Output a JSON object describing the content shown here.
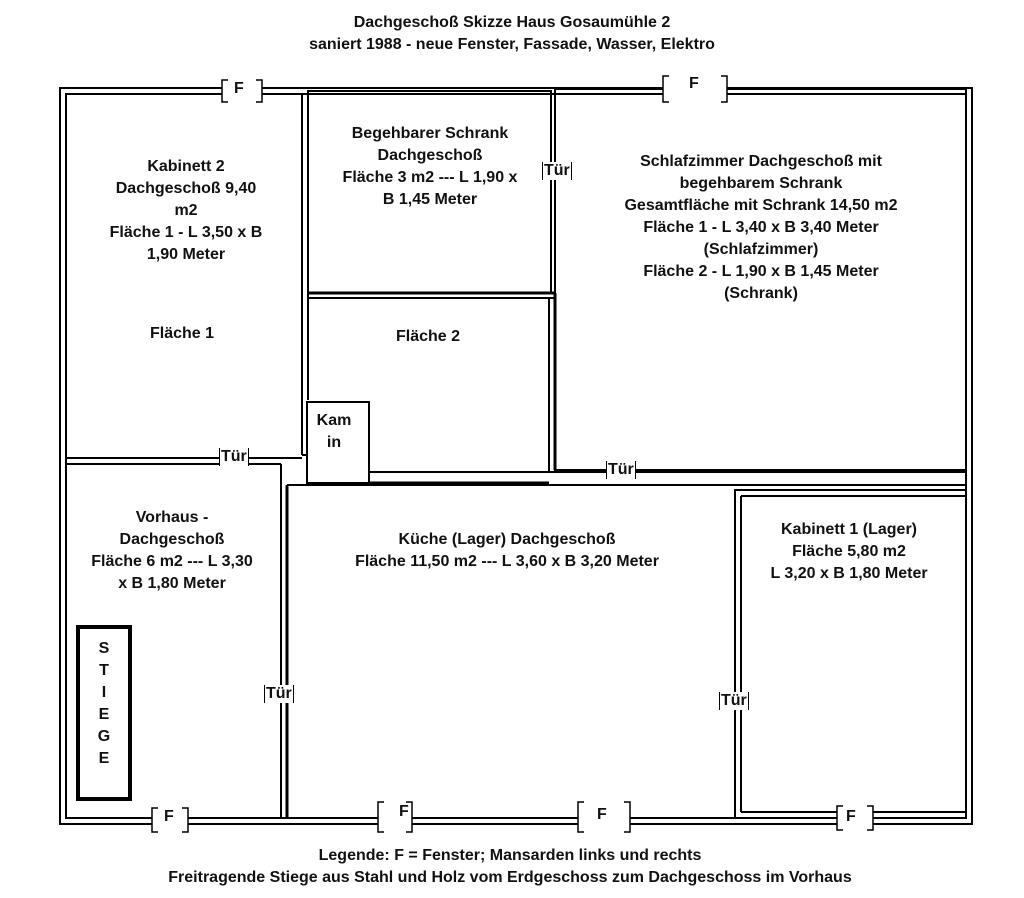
{
  "title": {
    "line1": "Dachgeschoß Skizze Haus Gosaumühle 2",
    "line2": "saniert 1988 - neue Fenster, Fassade, Wasser, Elektro"
  },
  "rooms": {
    "kabinett2": "Kabinett 2\nDachgeschoß 9,40\nm2\nFläche 1 - L 3,50 x B\n1,90 Meter",
    "schrank": "Begehbarer Schrank\nDachgeschoß\nFläche 3 m2 --- L 1,90 x\nB 1,45 Meter",
    "schlafzimmer": "Schlafzimmer Dachgeschoß mit\nbegehbarem Schrank\nGesamtfläche mit Schrank 14,50 m2\nFläche 1 - L 3,40 x B 3,40 Meter\n(Schlafzimmer)\nFläche 2 - L 1,90 x B 1,45  Meter\n(Schrank)",
    "flaeche1": "Fläche 1",
    "flaeche2": "Fläche 2",
    "kamin": "Kam\nin",
    "vorhaus": "Vorhaus -\nDachgeschoß\nFläche 6 m2 --- L 3,30\nx B 1,80 Meter",
    "kueche": "Küche (Lager) Dachgeschoß\nFläche 11,50 m2 --- L 3,60 x B 3,20 Meter",
    "kabinett1": "Kabinett 1 (Lager)\nFläche 5,80 m2\nL 3,20 x B 1,80 Meter",
    "stiege": "S\nT\nI\nE\nG\nE"
  },
  "door_label": "Tür",
  "window_label": "F",
  "legend": {
    "line1": "Legende: F = Fenster; Mansarden links und rechts",
    "line2": "Freitragende Stiege aus Stahl und Holz vom Erdgeschoss zum Dachgeschoss im Vorhaus"
  }
}
